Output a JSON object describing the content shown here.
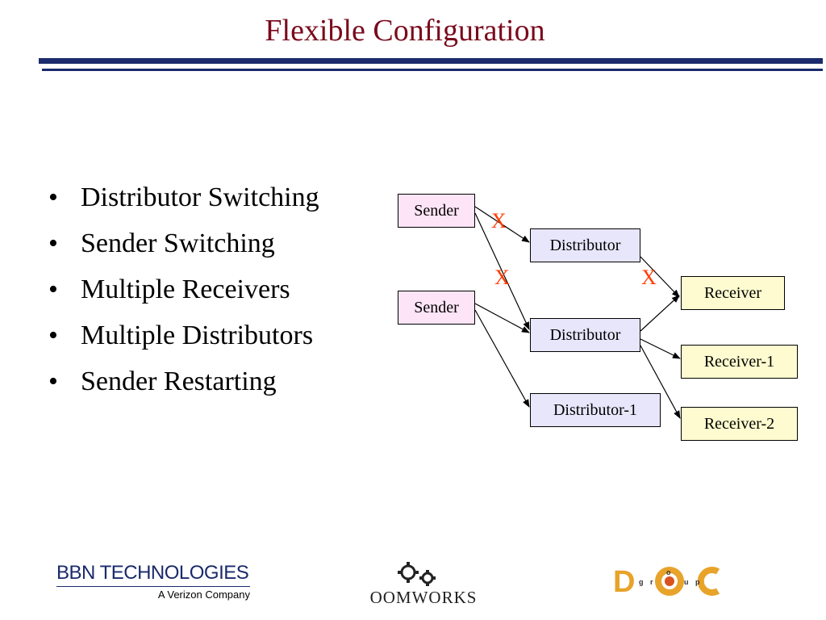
{
  "title": "Flexible Configuration",
  "bullets": [
    "Distributor Switching",
    "Sender Switching",
    "Multiple Receivers",
    "Multiple Distributors",
    "Sender Restarting"
  ],
  "diagram": {
    "senders": [
      "Sender",
      "Sender"
    ],
    "distributors": [
      "Distributor",
      "Distributor",
      "Distributor-1"
    ],
    "receivers": [
      "Receiver",
      "Receiver-1",
      "Receiver-2"
    ],
    "cut_marks": [
      "X",
      "X",
      "X"
    ],
    "colors": {
      "sender_fill": "#fde4f6",
      "distributor_fill": "#e8e6fb",
      "receiver_fill": "#fdfbcf",
      "cut_mark": "#ff3b00"
    }
  },
  "footer": {
    "bbn_main": "BBN TECHNOLOGIES",
    "bbn_sub": "A Verizon Company",
    "oomworks": "OOMWORKS",
    "doc_logo_letters": [
      "g",
      "r",
      "o",
      "u",
      "p"
    ]
  },
  "colors": {
    "title": "#7a0a1c",
    "rule": "#1a2a6c"
  }
}
